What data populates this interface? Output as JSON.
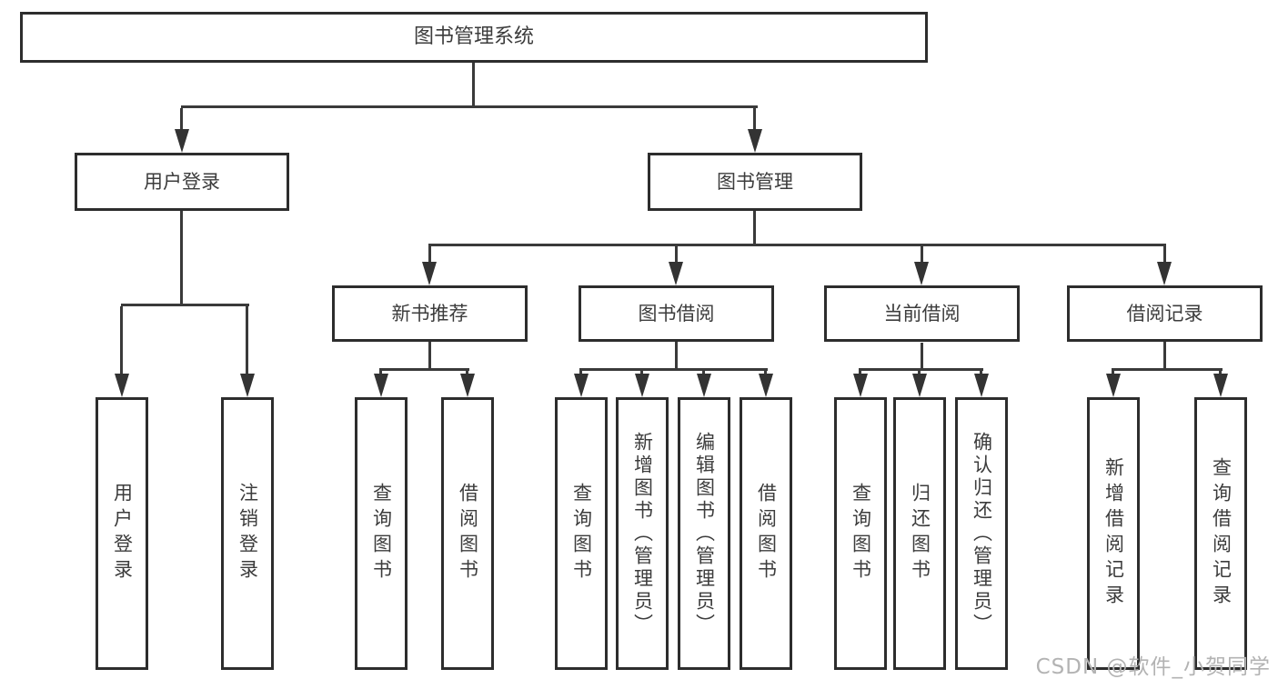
{
  "diagram": {
    "root": "图书管理系统",
    "branches": {
      "user": {
        "label": "用户登录",
        "children": [
          "用户登录",
          "注销登录"
        ]
      },
      "manage": {
        "label": "图书管理",
        "sections": [
          {
            "label": "新书推荐",
            "children": [
              "查询图书",
              "借阅图书"
            ]
          },
          {
            "label": "图书借阅",
            "children": [
              "查询图书",
              "新增图书（管理员）",
              "编辑图书（管理员）",
              "借阅图书"
            ]
          },
          {
            "label": "当前借阅",
            "children": [
              "查询图书",
              "归还图书",
              "确认归还（管理员）"
            ]
          },
          {
            "label": "借阅记录",
            "children": [
              "新增借阅记录",
              "查询借阅记录"
            ]
          }
        ]
      }
    }
  },
  "watermark": {
    "text": "CSDN @软件_小贺同学"
  },
  "colors": {
    "line": "#3a3a3a",
    "box_border": "#2d2d2d",
    "text": "#3c3c3c",
    "watermark": "#b3b3b3",
    "background": "#ffffff"
  }
}
